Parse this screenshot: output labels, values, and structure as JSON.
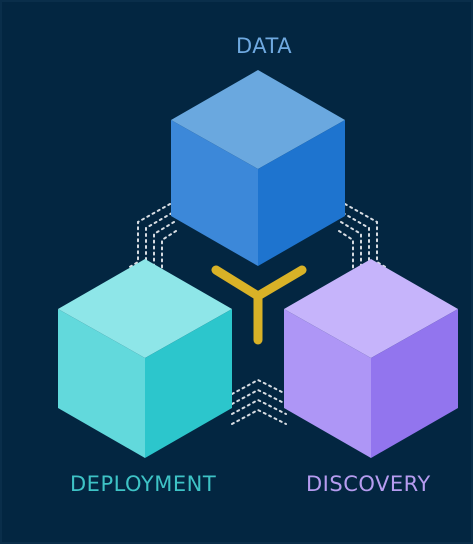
{
  "labels": {
    "data": "DATA",
    "deployment": "DEPLOYMENT",
    "discovery": "DISCOVERY"
  },
  "colors": {
    "background": "#032641",
    "data_top": "#6aa8df",
    "data_left": "#3c88d9",
    "data_right": "#1e74cf",
    "deployment_top": "#8ee6e8",
    "deployment_left": "#62d9dc",
    "deployment_right": "#2cc6cc",
    "discovery_top": "#c6b4fb",
    "discovery_left": "#ae96f6",
    "discovery_right": "#9275ee",
    "connector": "#d9b227",
    "dotted": "#d8dde3"
  },
  "icons": {
    "data_cube": "cube-icon",
    "deployment_cube": "cube-icon",
    "discovery_cube": "cube-icon",
    "connector": "y-junction-icon"
  }
}
